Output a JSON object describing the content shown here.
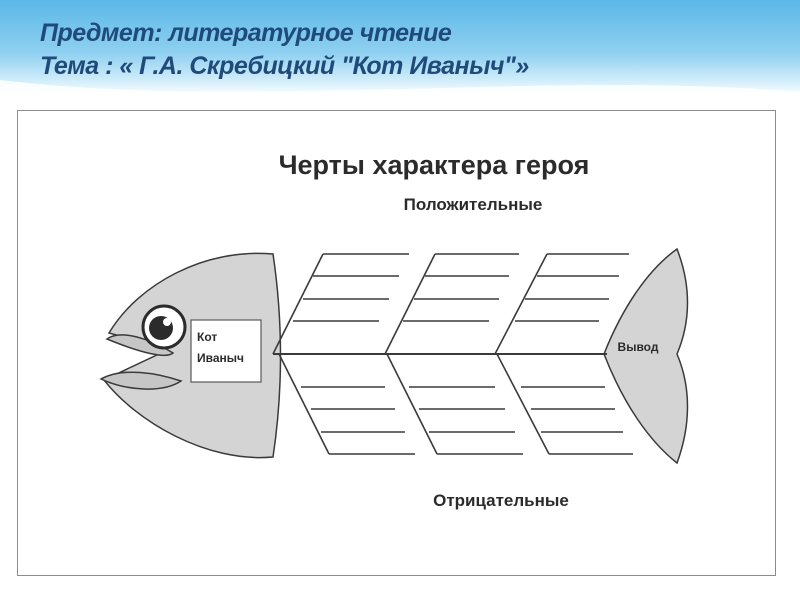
{
  "slide": {
    "title_line1": "Предмет: литературное чтение",
    "title_line2": "Тема : « Г.А. Скребицкий \"Кот Иваныч\"»"
  },
  "diagram": {
    "heading": "Черты характера героя",
    "top_label": "Положительные",
    "bottom_label": "Отрицательные",
    "head_label_line1": "Кот",
    "head_label_line2": "Иваныч",
    "tail_label": "Вывод"
  },
  "colors": {
    "title": "#1f4a7a",
    "header_blue": "#5ab8e8",
    "fish_fill": "#d4d4d4",
    "outline": "#3a3a3a"
  }
}
